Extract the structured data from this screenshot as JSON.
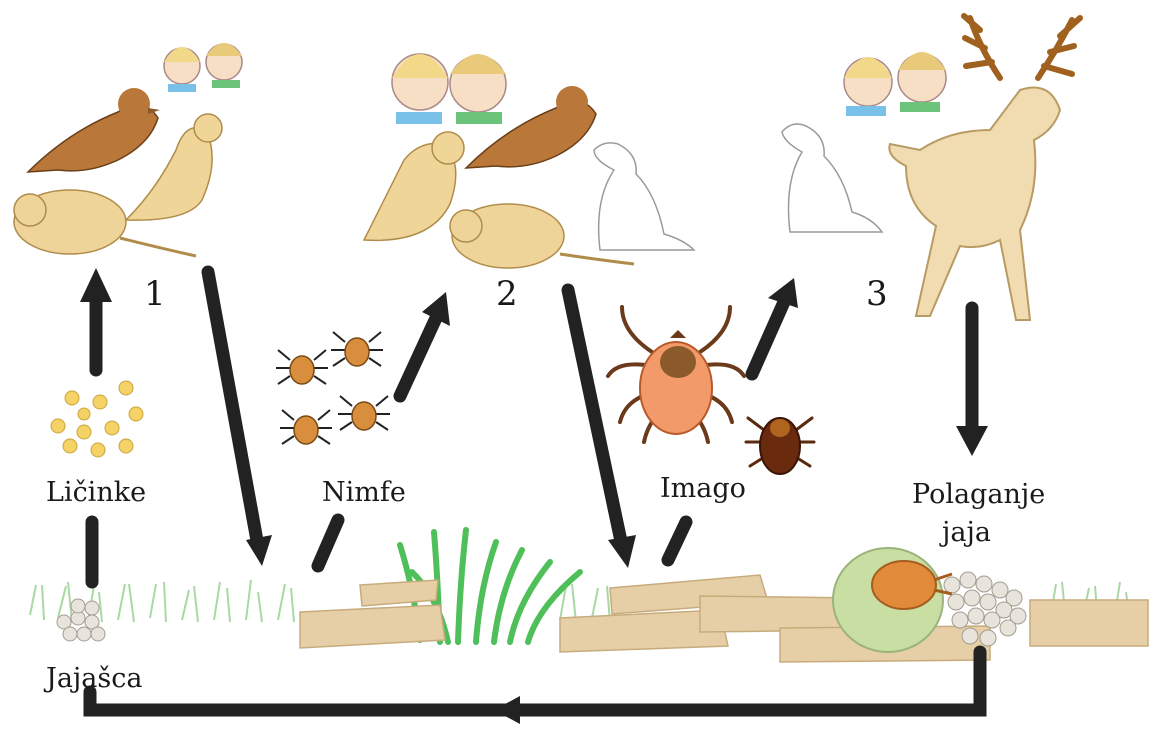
{
  "stages": {
    "s1": "1",
    "s2": "2",
    "s3": "3"
  },
  "labels": {
    "licinke": "Ličinke",
    "nimfe": "Nimfe",
    "imago": "Imago",
    "polaganje_1": "Polaganje",
    "polaganje_2": "jaja",
    "jajasca": "Jajašca"
  },
  "colors": {
    "arrow": "#222222",
    "grass": "#9fd49a",
    "grass_dark": "#4fbf5a",
    "log": "#e6cfa6",
    "tick_body": "#f39a6a",
    "egg": "#f4d266",
    "deer": "#f0dcb0"
  }
}
